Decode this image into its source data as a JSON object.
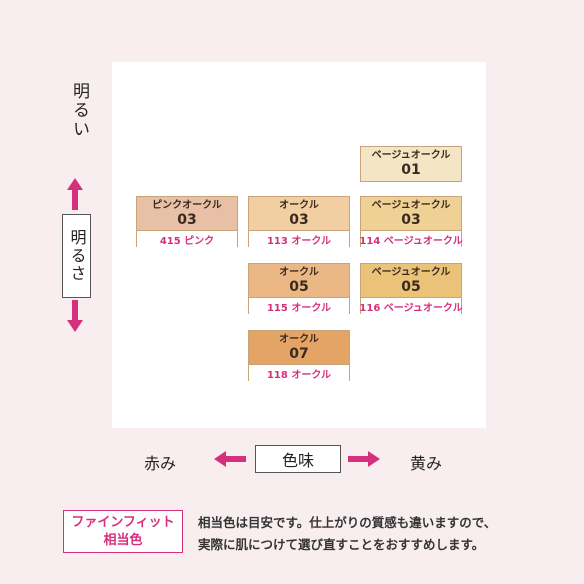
{
  "vertical_axis": {
    "top_label": "明るい",
    "box_label": "明るさ"
  },
  "horizontal_axis": {
    "left_label": "赤み",
    "box_label": "色味",
    "right_label": "黄み"
  },
  "colors": {
    "accent": "#d6307c",
    "background": "#f9eeef"
  },
  "swatches": [
    {
      "name": "ベージュオークル",
      "code": "01",
      "product": "",
      "color": "#f4e6c4"
    },
    {
      "name": "ピンクオークル",
      "code": "03",
      "product": "415 ピンク",
      "color": "#e8c0a6"
    },
    {
      "name": "オークル",
      "code": "03",
      "product": "113 オークル",
      "color": "#f1cfa2"
    },
    {
      "name": "ベージュオークル",
      "code": "03",
      "product": "114 ベージュオークル",
      "color": "#efd196"
    },
    {
      "name": "オークル",
      "code": "05",
      "product": "115 オークル",
      "color": "#ebb885"
    },
    {
      "name": "ベージュオークル",
      "code": "05",
      "product": "116 ベージュオークル",
      "color": "#ebc378"
    },
    {
      "name": "オークル",
      "code": "07",
      "product": "118 オークル",
      "color": "#e3a465"
    }
  ],
  "footer": {
    "badge_line1": "ファインフィット",
    "badge_line2": "相当色",
    "note_line1": "相当色は目安です。仕上がりの質感も違いますので、",
    "note_line2": "実際に肌につけて選び直すことをおすすめします。"
  }
}
